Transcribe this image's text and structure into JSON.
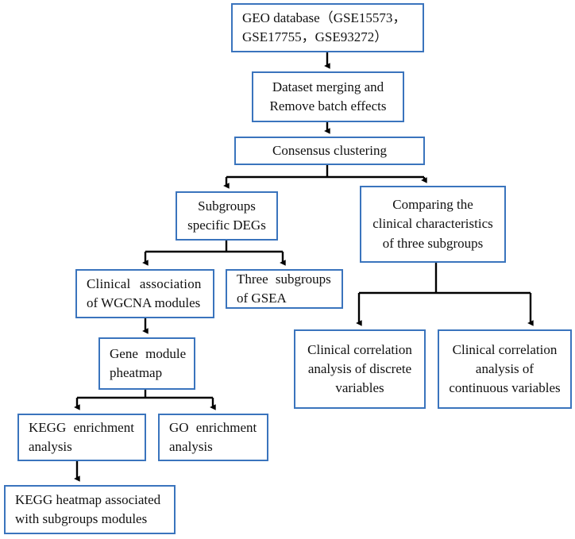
{
  "diagram": {
    "title": "Bioinformatics analysis workflow flowchart",
    "accent_color": "#3a74bd",
    "connector_color": "#000000",
    "background_color": "#ffffff",
    "nodes": {
      "geo_database": {
        "line1": "GEO database（GSE15573，",
        "line2": "GSE17755，GSE93272）"
      },
      "dataset_merging": {
        "line1": "Dataset merging and",
        "line2": "Remove batch effects"
      },
      "consensus_clustering": {
        "line1": "Consensus clustering"
      },
      "subgroups_degs": {
        "line1": "Subgroups",
        "line2": "specific DEGs"
      },
      "comparing_clinical": {
        "line1": "Comparing the",
        "line2": "clinical characteristics",
        "line3": "of three subgroups"
      },
      "wgcna_modules": {
        "line1": "Clinical   association",
        "line2": "of WGCNA modules"
      },
      "three_subgroups_gsea": {
        "line1": "Three  subgroups",
        "line2": "of GSEA"
      },
      "gene_module_pheatmap": {
        "line1": "Gene  module",
        "line2": "pheatmap"
      },
      "clinical_discrete": {
        "line1": "Clinical correlation",
        "line2": "analysis of discrete",
        "line3": "variables"
      },
      "clinical_continuous": {
        "line1": "Clinical correlation",
        "line2": "analysis of",
        "line3": "continuous variables"
      },
      "kegg_enrichment": {
        "line1": "KEGG  enrichment",
        "line2": "analysis"
      },
      "go_enrichment": {
        "line1": "GO  enrichment",
        "line2": "analysis"
      },
      "kegg_heatmap": {
        "line1": "KEGG  heatmap  associated",
        "line2": "with subgroups modules"
      }
    },
    "edges": [
      {
        "name": "geo-to-dataset",
        "from": "geo_database",
        "to": "dataset_merging",
        "kind": "straight-down"
      },
      {
        "name": "dataset-to-consensus",
        "from": "dataset_merging",
        "to": "consensus_clustering",
        "kind": "straight-down"
      },
      {
        "name": "consensus-to-subgroups",
        "from": "consensus_clustering",
        "to": "subgroups_degs",
        "kind": "split-left"
      },
      {
        "name": "consensus-to-comparing",
        "from": "consensus_clustering",
        "to": "comparing_clinical",
        "kind": "split-right"
      },
      {
        "name": "subgroups-to-wgcna",
        "from": "subgroups_degs",
        "to": "wgcna_modules",
        "kind": "split-left"
      },
      {
        "name": "subgroups-to-gsea",
        "from": "subgroups_degs",
        "to": "three_subgroups_gsea",
        "kind": "split-right"
      },
      {
        "name": "wgcna-to-pheatmap",
        "from": "wgcna_modules",
        "to": "gene_module_pheatmap",
        "kind": "straight-down"
      },
      {
        "name": "comparing-to-discrete",
        "from": "comparing_clinical",
        "to": "clinical_discrete",
        "kind": "split-left"
      },
      {
        "name": "comparing-to-continuous",
        "from": "comparing_clinical",
        "to": "clinical_continuous",
        "kind": "split-right"
      },
      {
        "name": "pheatmap-to-kegg",
        "from": "gene_module_pheatmap",
        "to": "kegg_enrichment",
        "kind": "split-left"
      },
      {
        "name": "pheatmap-to-go",
        "from": "gene_module_pheatmap",
        "to": "go_enrichment",
        "kind": "split-right"
      },
      {
        "name": "kegg-to-heatmap",
        "from": "kegg_enrichment",
        "to": "kegg_heatmap",
        "kind": "straight-down"
      }
    ]
  }
}
